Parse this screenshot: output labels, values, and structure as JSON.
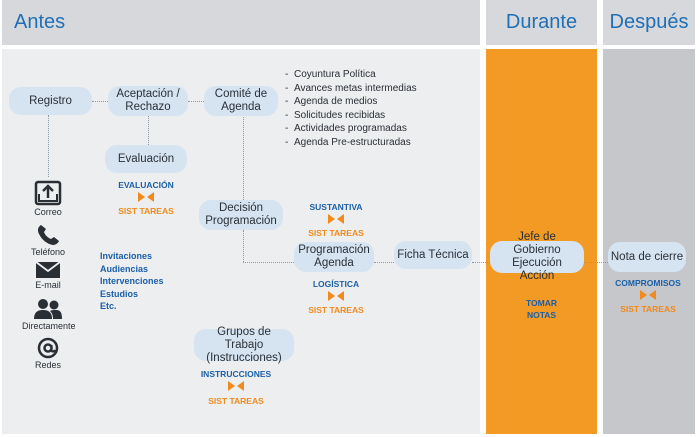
{
  "columns": {
    "antes": "Antes",
    "durante": "Durante",
    "despues": "Después"
  },
  "nodes": {
    "registro": "Registro",
    "aceptacion": "Aceptación / Rechazo",
    "comite": "Comité de Agenda",
    "evaluacion": "Evaluación",
    "decision": "Decisión Programación",
    "programacion": "Programación Agenda",
    "ficha": "Ficha Técnica",
    "grupos": "Grupos de Trabajo (Instrucciones)",
    "jefe": "Jefe de Gobierno Ejecución Acción",
    "nota": "Nota de cierre"
  },
  "comite_items": [
    "Coyuntura Política",
    "Avances metas intermedias",
    "Agenda de medios",
    "Solicitudes recibidas",
    "Actividades programadas",
    "Agenda Pre-estructuradas"
  ],
  "channels": {
    "correo": "Correo",
    "telefono": "Teléfono",
    "email": "E-mail",
    "directamente": "Directamente",
    "redes": "Redes"
  },
  "request_types": [
    "Invitaciones",
    "Audiencias",
    "Intervenciones",
    "Estudios",
    "Etc."
  ],
  "tags": {
    "evaluacion": "EVALUACIÓN",
    "sustantiva": "SUSTANTIVA",
    "logistica": "LOGÍSTICA",
    "instrucciones": "INSTRUCCIONES",
    "compromisos": "COMPROMISOS",
    "sist_tareas": "SIST TAREAS",
    "tomar_notas": "TOMAR NOTAS"
  },
  "colors": {
    "header_bg": "#d6d8db",
    "antes_bg": "#eceeef",
    "durante_bg": "#f39a24",
    "despues_bg": "#c5c7ca",
    "node_bg": "#d6e4f2",
    "blue": "#1b5fa8",
    "orange": "#f08a1c"
  }
}
